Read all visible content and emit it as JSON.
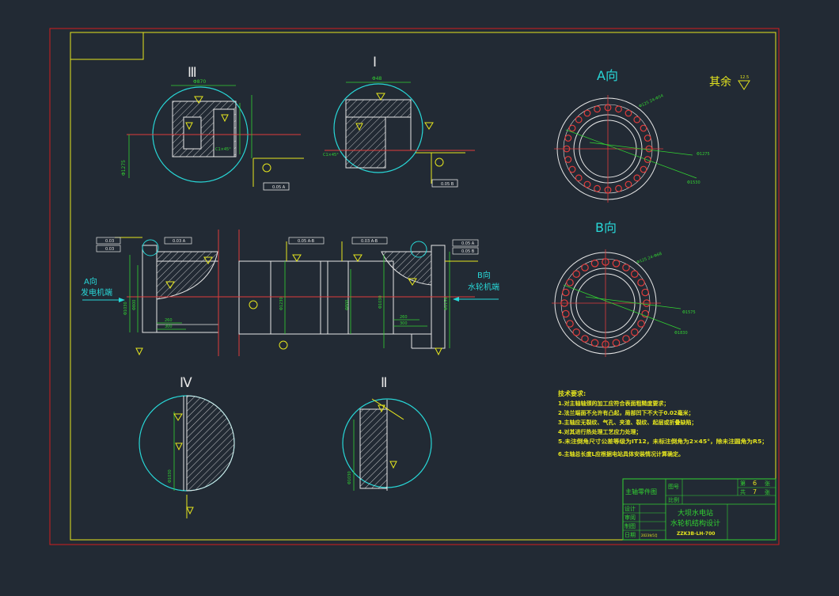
{
  "colors": {
    "background": "#222a34",
    "outer_border": "#d21e1e",
    "inner_border": "#e6e61e",
    "cyan": "#28d7d7",
    "green": "#32d232",
    "yellow": "#e6e61e",
    "white": "#e6e6e6",
    "red": "#e03c3c",
    "magenta": "#d24bd2"
  },
  "views": {
    "detail_iii": "Ⅲ",
    "detail_i": "Ⅰ",
    "detail_iv": "Ⅳ",
    "detail_ii": "Ⅱ",
    "view_a": "A向",
    "view_b": "B向"
  },
  "roughness_note": "其余",
  "roughness_value": "12.5",
  "end_labels": {
    "a_dir": "A向",
    "generator_end": "发电机端",
    "b_dir": "B向",
    "turbine_end": "水轮机端"
  },
  "dimensions": {
    "iii_top": "Φ870",
    "iii_left": "Φ1275",
    "iii_chamfer": "C1×45°",
    "i_top": "Φ48",
    "i_chamfer": "C1×45°",
    "a_bolt": "Φ125  24-Φ54",
    "a_pcd": "Φ1275",
    "a_outer": "Φ1530",
    "b_bolt": "Φ125  24-Φ68",
    "b_pcd": "Φ1575",
    "b_outer": "Φ1830",
    "main_d1": "Φ1030",
    "main_d2": "Φ800",
    "main_d3": "Φ1230",
    "main_d4": "Φ800",
    "main_d5": "Φ1030",
    "main_d6": "Φ1150",
    "len_260a": "260",
    "len_300a": "300",
    "len_260b": "260",
    "len_300b": "300",
    "iv_dim": "Φ1030",
    "ii_dim": "Φ1030"
  },
  "tolerances": {
    "t1": "0.03",
    "t2": "0.03 A",
    "t3": "0.05 A-B",
    "t4": "0.03",
    "t5": "0.03 A-B",
    "t6": "0.05 A",
    "t7": "0.05 B",
    "iii_frame": "0.05 A",
    "i_frame": "0.05 B"
  },
  "notes": {
    "heading": "技术要求:",
    "lines": [
      "1.对主轴轴颈的加工应符合表面粗糙度要求；",
      "2.法兰端面不允许有凸起，局部凹下不大于0.02毫米；",
      "3.主轴应无裂纹、气孔、夹渣、裂纹、起层或折叠缺陷；",
      "4.对其进行热处理工艺应力处理；",
      "5.未注倒角尺寸公差等级为IT12，未标注倒角为2×45°，除未注圆角为R5；",
      "6.主轴总长度L应根据电站具体安装情况计算确定。"
    ]
  },
  "title_block": {
    "drawing_name": "主轴零件图",
    "drawing_no_label": "图号",
    "scale_label": "比例",
    "sheet_label": "第",
    "sheet_no": "6",
    "sheet_unit": "张",
    "total_label": "共",
    "total_no": "7",
    "total_unit": "张",
    "design_label": "设计",
    "review_label": "审阅",
    "drawing_label": "制图",
    "date_label": "日期",
    "date_value": "2023年5月",
    "project": "大坝水电站",
    "subject": "水轮机结构设计",
    "code": "ZZK3B-LH-700"
  }
}
